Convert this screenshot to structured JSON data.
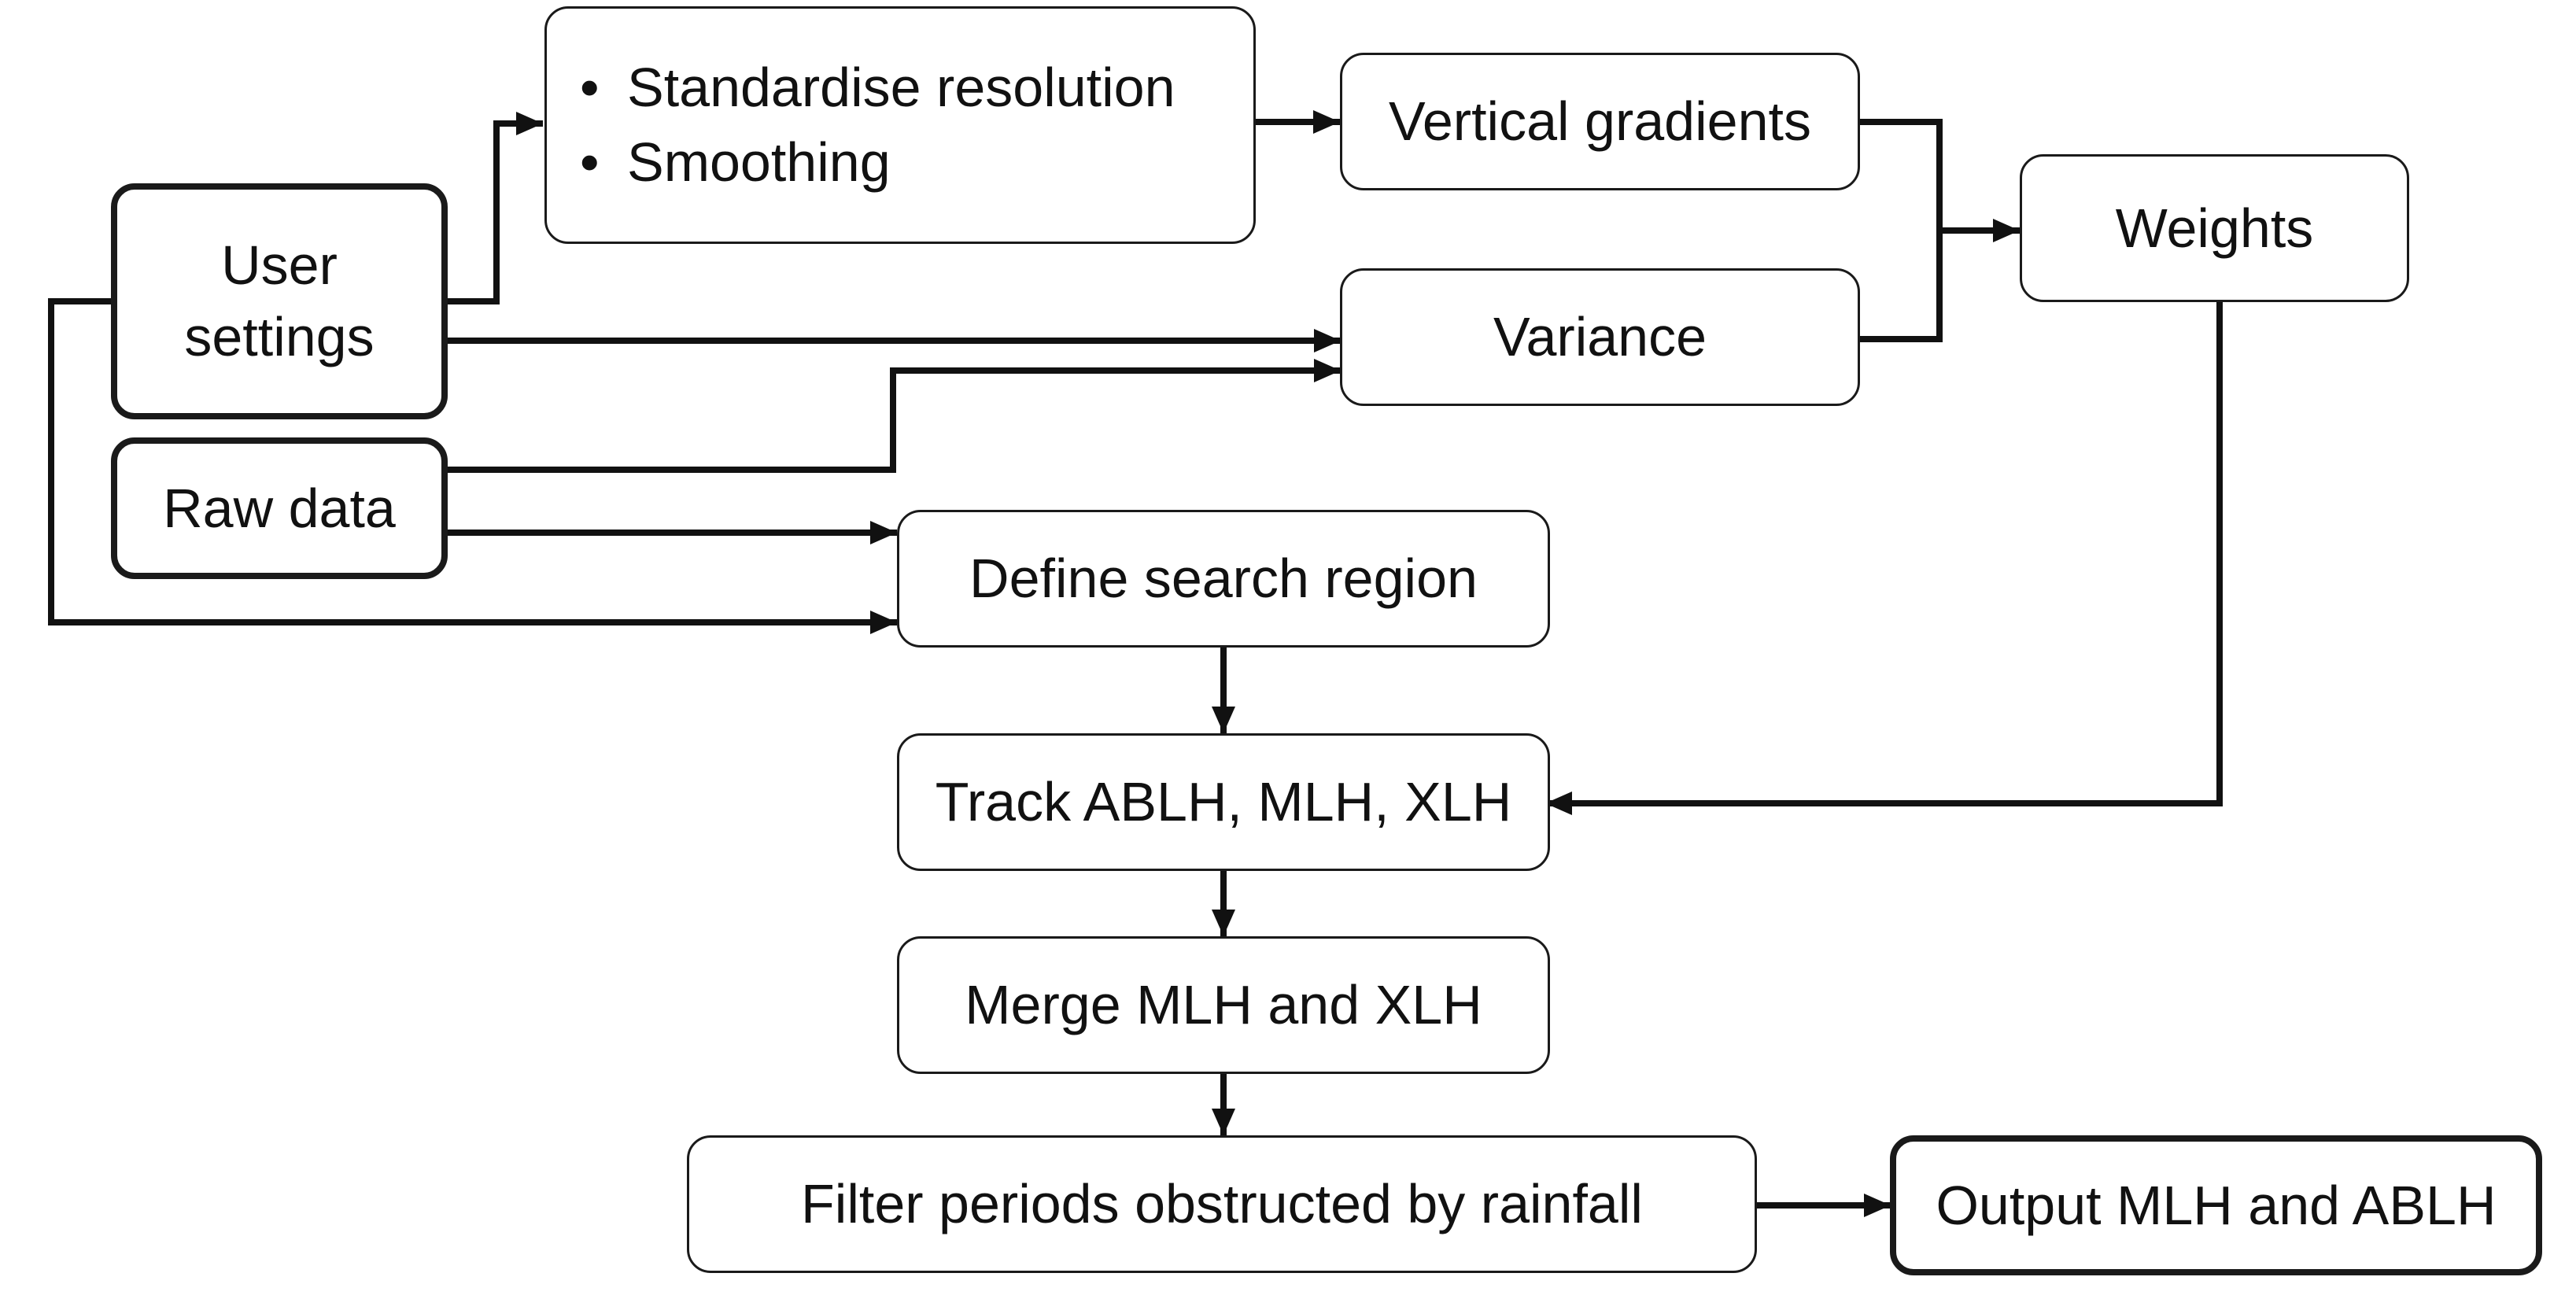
{
  "diagram": {
    "nodes": {
      "user_settings": {
        "label_line1": "User",
        "label_line2": "settings"
      },
      "raw_data": {
        "label": "Raw data"
      },
      "preprocess": {
        "bullets": [
          "Standardise resolution",
          "Smoothing"
        ]
      },
      "vertical_gradients": {
        "label": "Vertical gradients"
      },
      "variance": {
        "label": "Variance"
      },
      "weights": {
        "label": "Weights"
      },
      "define_search_region": {
        "label": "Define search region"
      },
      "track": {
        "label": "Track ABLH, MLH, XLH"
      },
      "merge": {
        "label": "Merge MLH and XLH"
      },
      "filter": {
        "label": "Filter periods obstructed by rainfall"
      },
      "output": {
        "label": "Output MLH and ABLH"
      }
    },
    "edges": [
      {
        "from": "user_settings",
        "to": "preprocess"
      },
      {
        "from": "preprocess",
        "to": "vertical_gradients"
      },
      {
        "from": "user_settings",
        "to": "variance"
      },
      {
        "from": "raw_data",
        "to": "variance"
      },
      {
        "from": "vertical_gradients",
        "to": "weights"
      },
      {
        "from": "variance",
        "to": "weights"
      },
      {
        "from": "raw_data",
        "to": "define_search_region"
      },
      {
        "from": "user_settings",
        "to": "define_search_region"
      },
      {
        "from": "define_search_region",
        "to": "track"
      },
      {
        "from": "weights",
        "to": "track"
      },
      {
        "from": "track",
        "to": "merge"
      },
      {
        "from": "merge",
        "to": "filter"
      },
      {
        "from": "filter",
        "to": "output"
      }
    ]
  }
}
